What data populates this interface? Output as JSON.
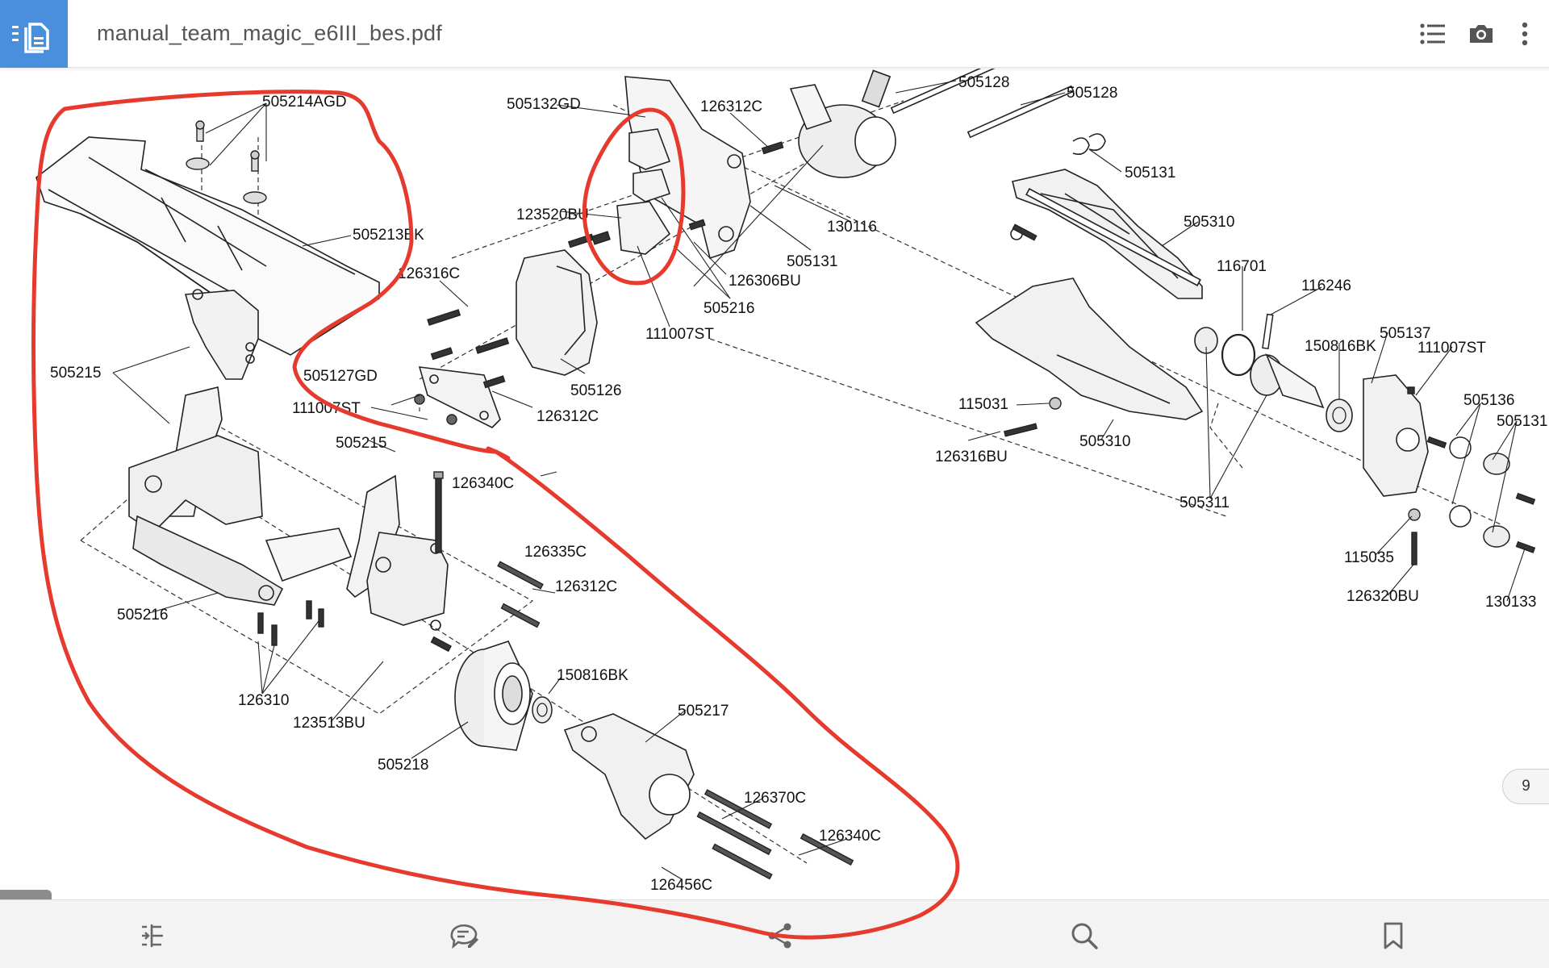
{
  "toolbar": {
    "title": "manual_team_magic_e6III_bes.pdf",
    "page_number": "9"
  },
  "colors": {
    "accent": "#4a8fde",
    "annotation": "#e63a2e"
  },
  "icons": {
    "documents": "documents-icon",
    "toc": "list-icon",
    "snapshot": "camera-icon",
    "more": "more-vert-icon",
    "outline": "outline-icon",
    "comment": "comment-icon",
    "share": "share-icon",
    "search": "search-icon",
    "bookmark": "bookmark-icon"
  },
  "parts": {
    "p505214AGD": "505214AGD",
    "p505213BK": "505213BK",
    "p505215a": "505215",
    "p505215b": "505215",
    "p505216a": "505216",
    "p505216b": "505216",
    "p126310": "126310",
    "p123513BU": "123513BU",
    "p505218": "505218",
    "p150816BKa": "150816BK",
    "p150816BKb": "150816BK",
    "p505217": "505217",
    "p126370C": "126370C",
    "p126340Ca": "126340C",
    "p126340Cb": "126340C",
    "p126456C": "126456C",
    "p126335C": "126335C",
    "p126312Ca": "126312C",
    "p126312Cb": "126312C",
    "p126312Cc": "126312C",
    "p505132GD": "505132GD",
    "p123520BU": "123520BU",
    "p126316C": "126316C",
    "p505127GD": "505127GD",
    "p111007STa": "111007ST",
    "p111007STb": "111007ST",
    "p111007STc": "111007ST",
    "p505126": "505126",
    "p126306BU": "126306BU",
    "p130116": "130116",
    "p505131a": "505131",
    "p505131b": "505131",
    "p505131c": "505131",
    "p505128a": "505128",
    "p505128b": "505128",
    "p505310a": "505310",
    "p505310b": "505310",
    "p116701": "116701",
    "p116246": "116246",
    "p505137": "505137",
    "p505136": "505136",
    "p115031": "115031",
    "p126316BU": "126316BU",
    "p505311": "505311",
    "p115035": "115035",
    "p126320BU": "126320BU",
    "p130133": "130133"
  }
}
